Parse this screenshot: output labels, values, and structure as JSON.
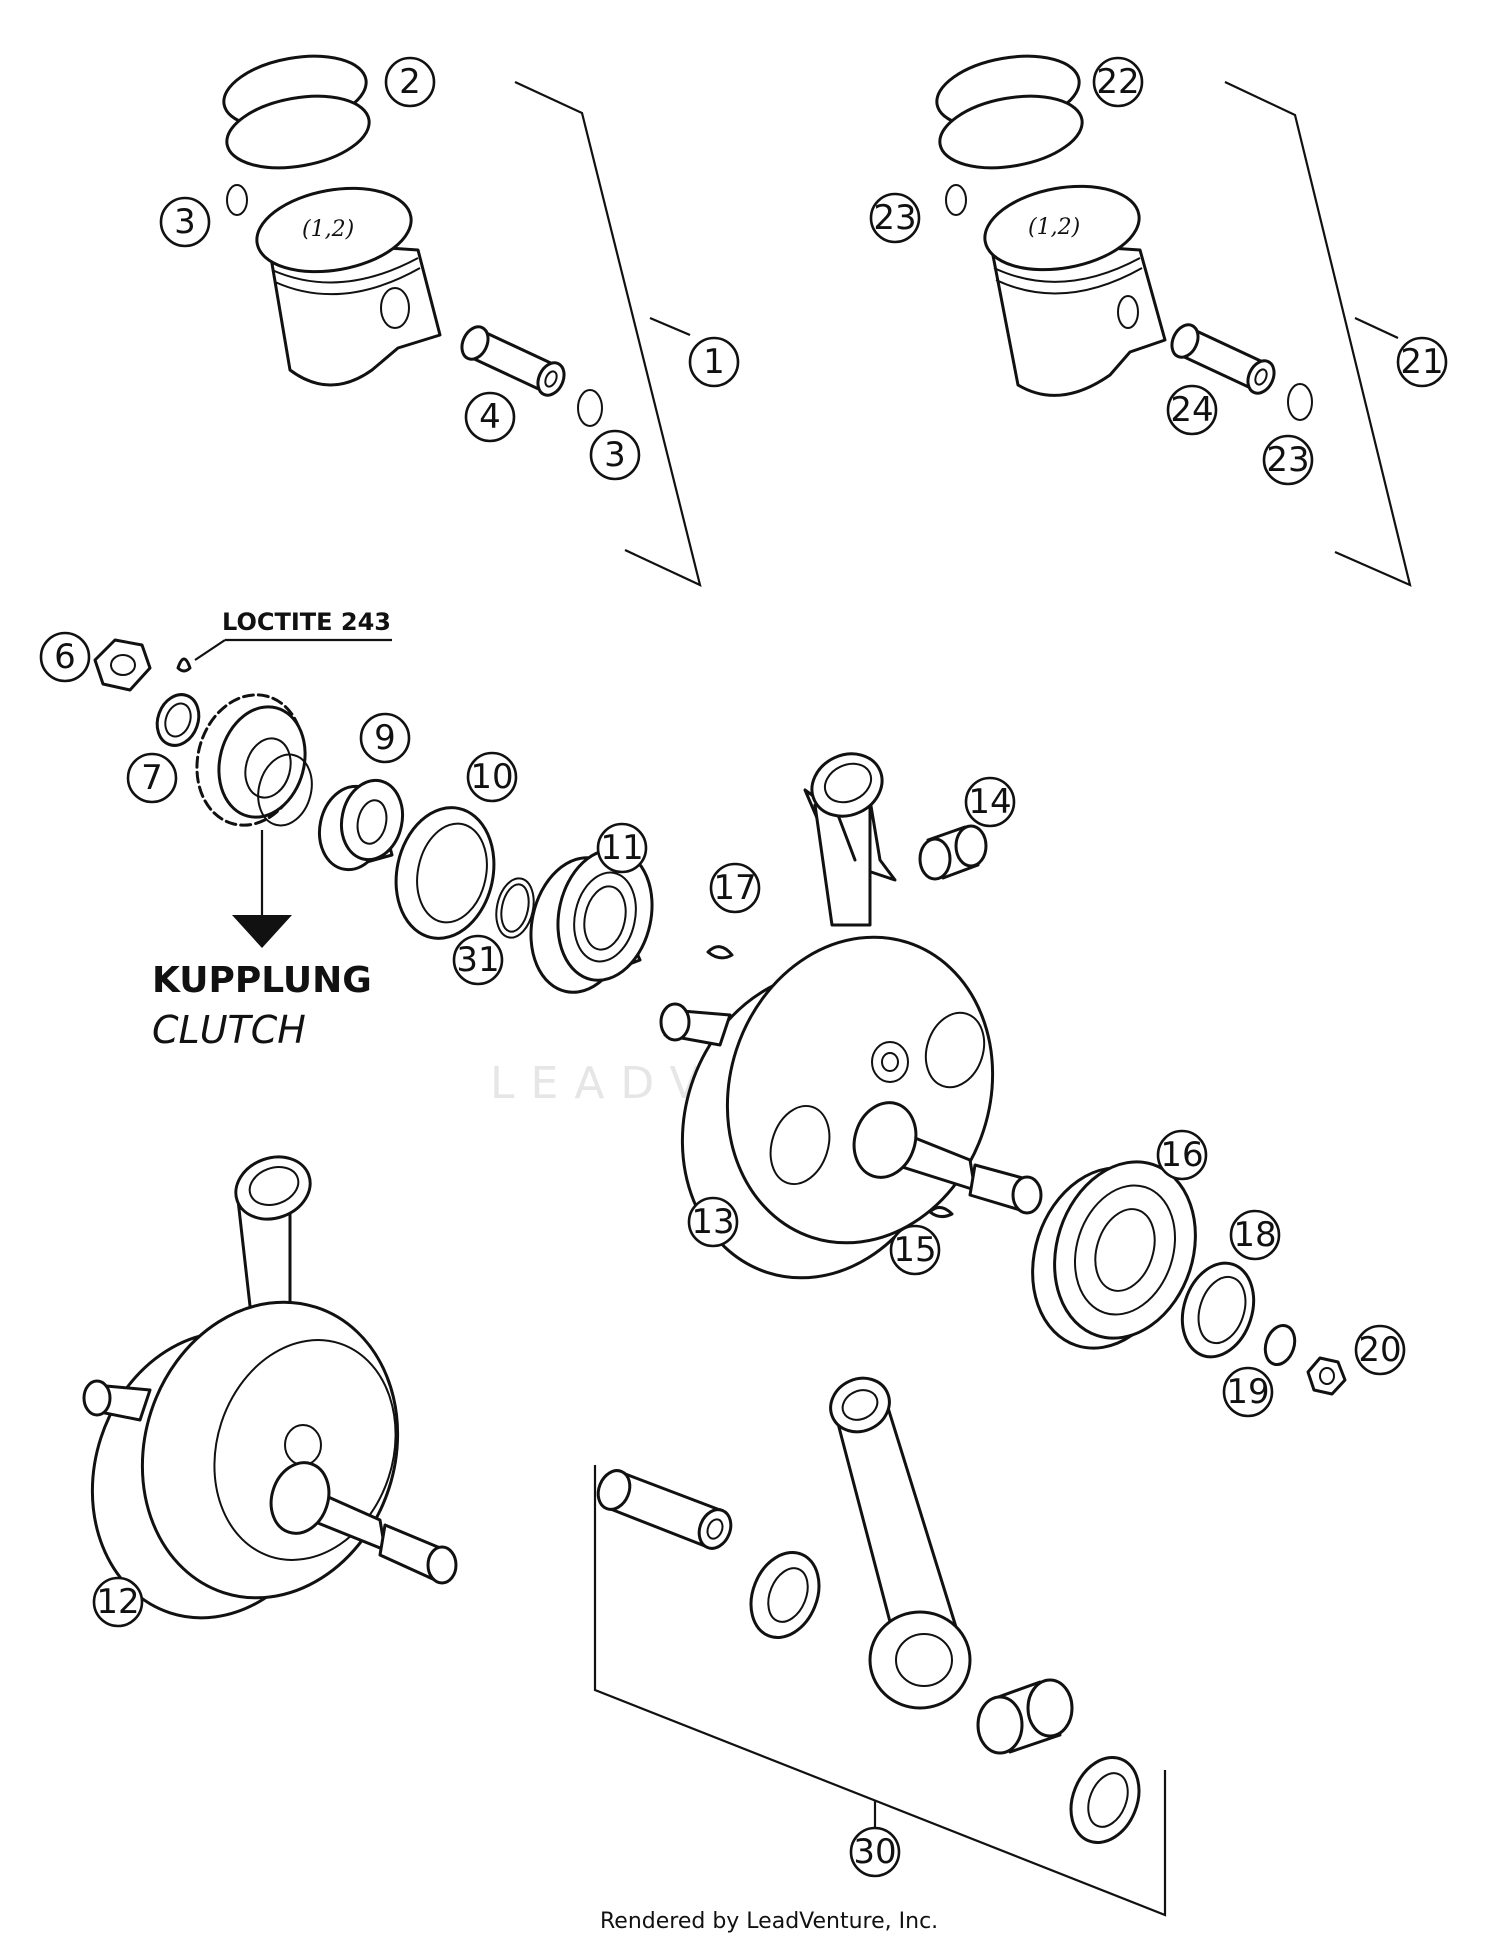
{
  "watermark": "LEADVENTURE",
  "footer": "Rendered by LeadVenture, Inc.",
  "notes": {
    "loctite": "LOCTITE 243",
    "clutch_de": "KUPPLUNG",
    "clutch_en": "CLUTCH"
  },
  "piston_marking": "(1,2)",
  "callouts": [
    "1",
    "2",
    "3",
    "3",
    "4",
    "6",
    "7",
    "9",
    "10",
    "11",
    "12",
    "13",
    "14",
    "15",
    "16",
    "17",
    "18",
    "19",
    "20",
    "21",
    "22",
    "23",
    "23",
    "24",
    "30",
    "31"
  ]
}
